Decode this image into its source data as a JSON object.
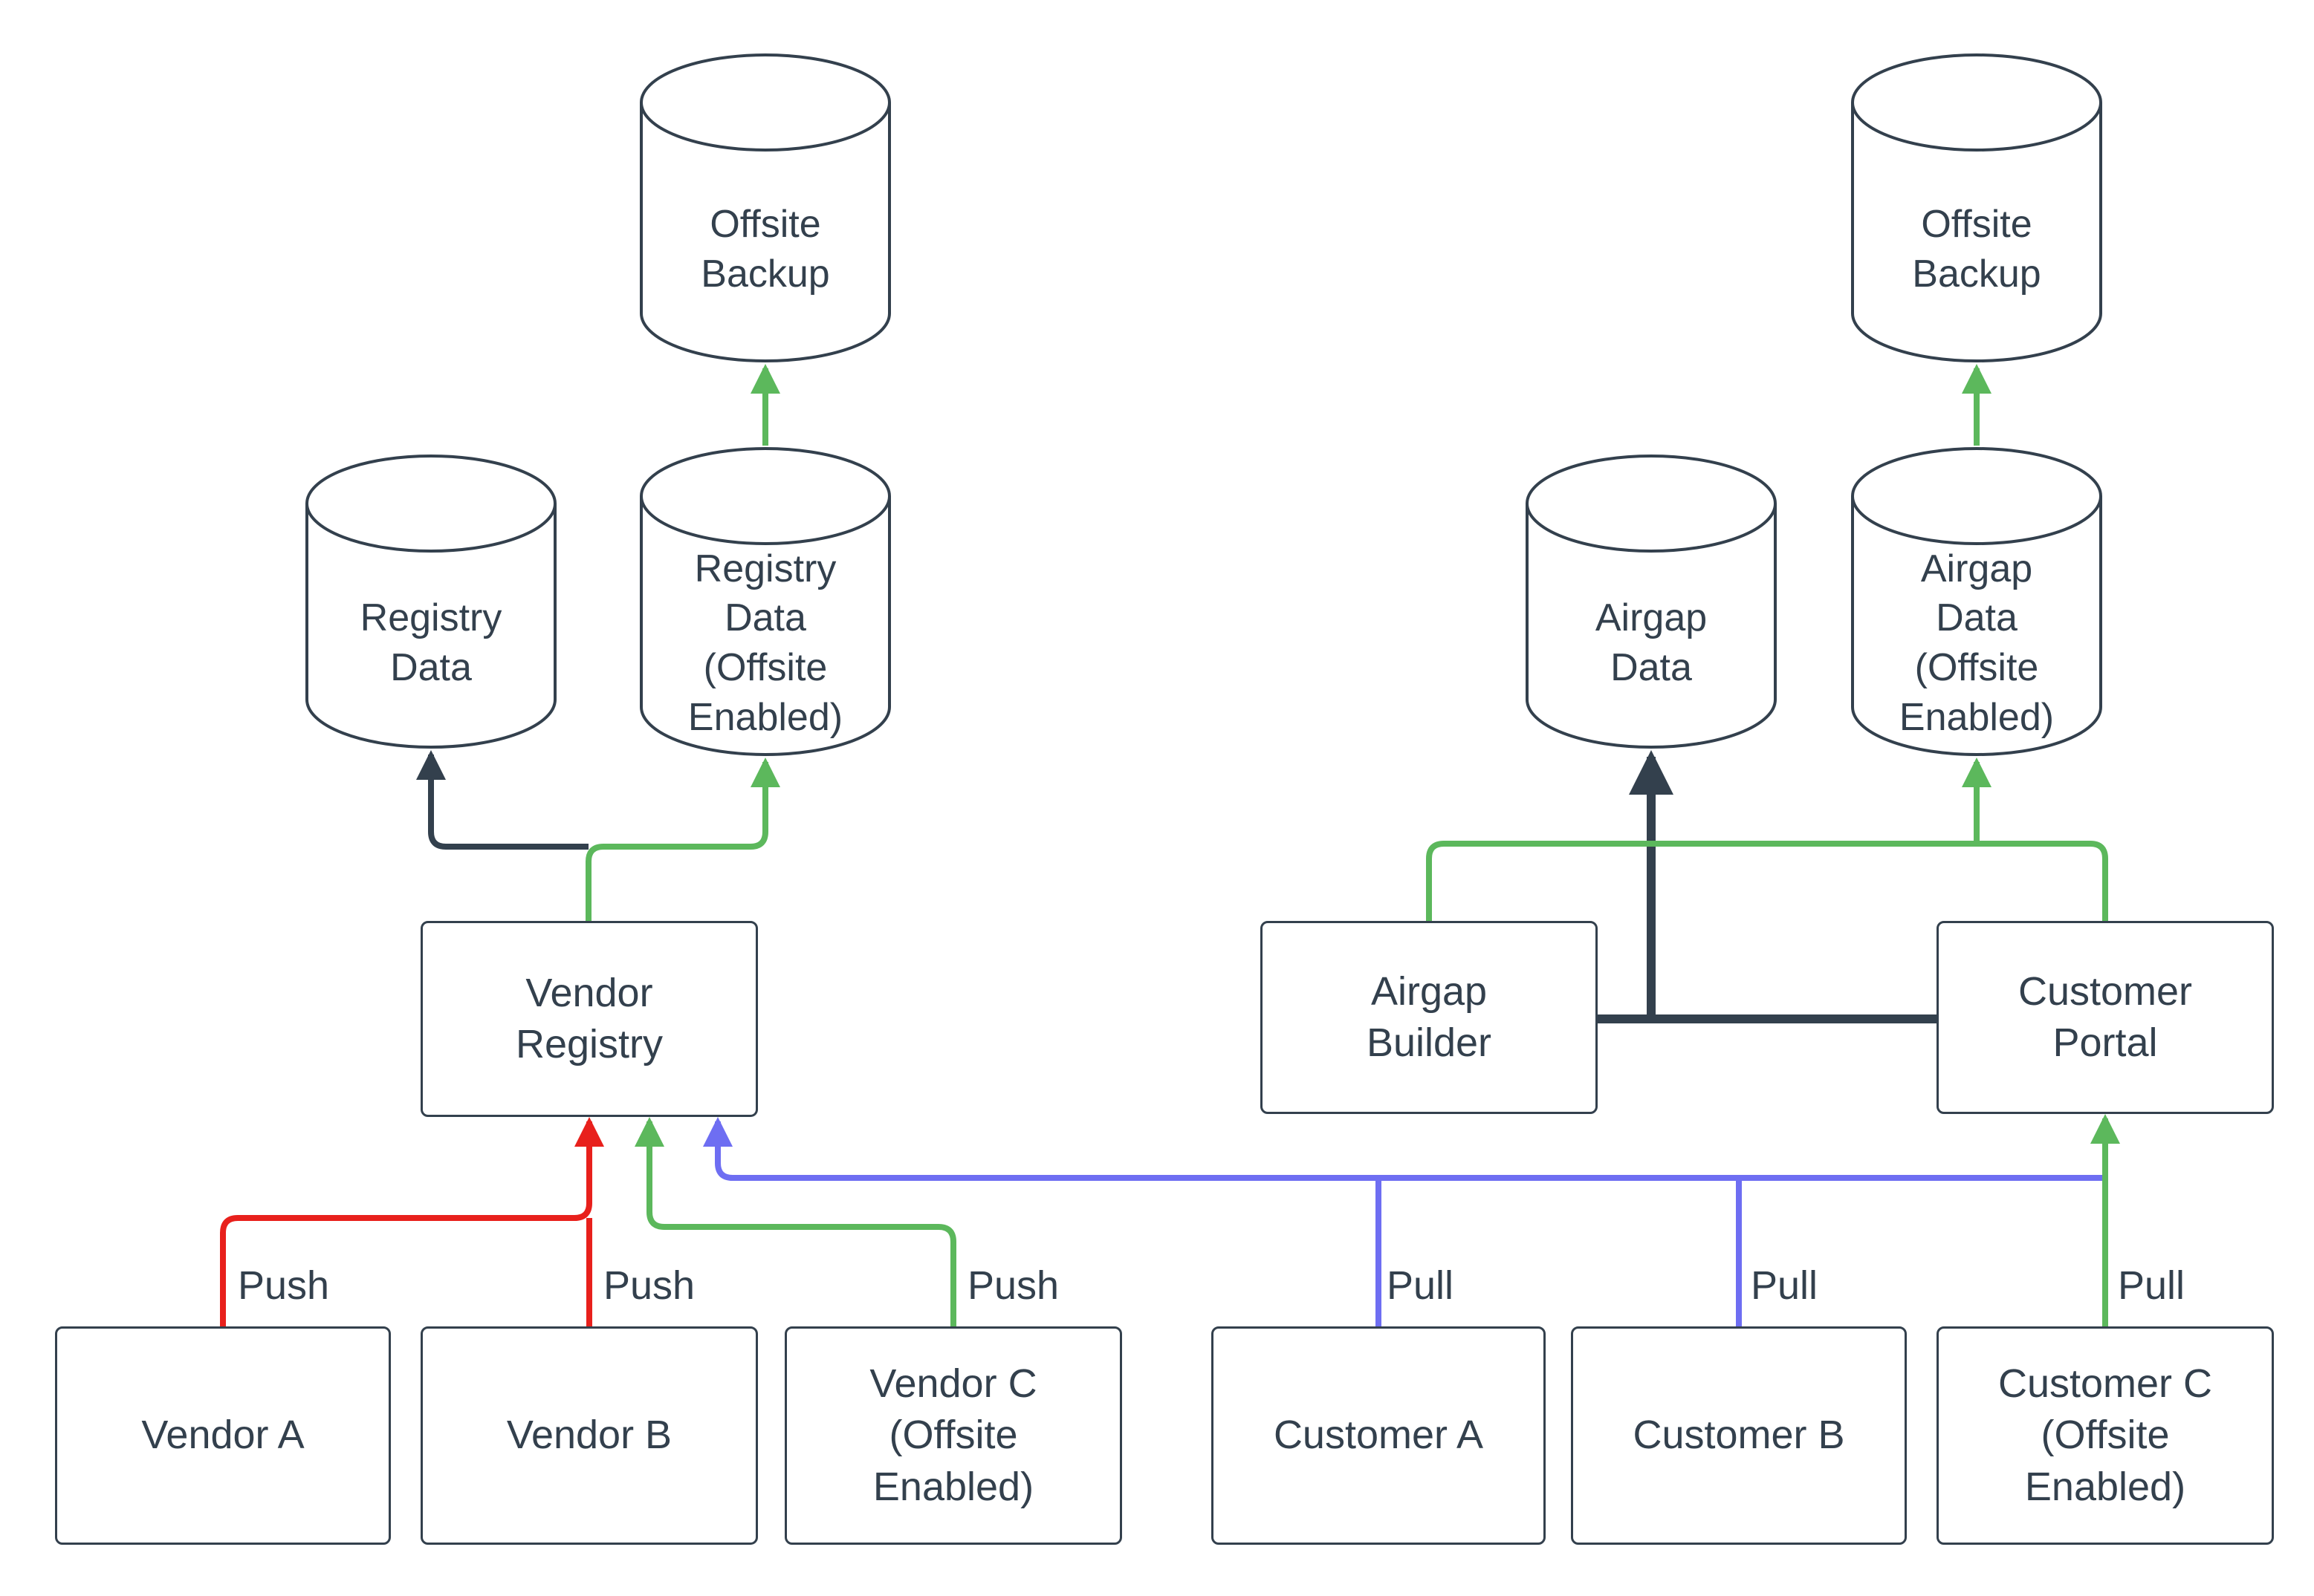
{
  "diagram": {
    "colors": {
      "dark": "#33404d",
      "red": "#e8201c",
      "green": "#5cb85c",
      "blue": "#6e6ef2"
    },
    "nodes": {
      "offsite_backup_left": {
        "label": "Offsite\nBackup",
        "shape": "cylinder"
      },
      "registry_data": {
        "label": "Registry\nData",
        "shape": "cylinder"
      },
      "registry_data_offsite": {
        "label": "Registry\nData\n(Offsite\nEnabled)",
        "shape": "cylinder"
      },
      "vendor_registry": {
        "label": "Vendor\nRegistry",
        "shape": "box"
      },
      "vendor_a": {
        "label": "Vendor A",
        "shape": "box"
      },
      "vendor_b": {
        "label": "Vendor B",
        "shape": "box"
      },
      "vendor_c": {
        "label": "Vendor C\n(Offsite\nEnabled)",
        "shape": "box"
      },
      "offsite_backup_right": {
        "label": "Offsite\nBackup",
        "shape": "cylinder"
      },
      "airgap_data": {
        "label": "Airgap\nData",
        "shape": "cylinder"
      },
      "airgap_data_offsite": {
        "label": "Airgap\nData\n(Offsite\nEnabled)",
        "shape": "cylinder"
      },
      "airgap_builder": {
        "label": "Airgap\nBuilder",
        "shape": "box"
      },
      "customer_portal": {
        "label": "Customer\nPortal",
        "shape": "box"
      },
      "customer_a": {
        "label": "Customer A",
        "shape": "box"
      },
      "customer_b": {
        "label": "Customer B",
        "shape": "box"
      },
      "customer_c": {
        "label": "Customer C\n(Offsite\nEnabled)",
        "shape": "box"
      }
    },
    "edge_labels": {
      "push_vendor_a": "Push",
      "push_vendor_b": "Push",
      "push_vendor_c": "Push",
      "pull_customer_a": "Pull",
      "pull_customer_b": "Pull",
      "pull_customer_c": "Pull"
    },
    "edges": [
      {
        "from": "vendor_a",
        "to": "vendor_registry",
        "label": "Push",
        "color": "red"
      },
      {
        "from": "vendor_b",
        "to": "vendor_registry",
        "label": "Push",
        "color": "red"
      },
      {
        "from": "vendor_c",
        "to": "vendor_registry",
        "label": "Push",
        "color": "green"
      },
      {
        "from": "customer_a",
        "to": "vendor_registry",
        "label": "Pull",
        "color": "blue"
      },
      {
        "from": "customer_b",
        "to": "vendor_registry",
        "label": "Pull",
        "color": "blue"
      },
      {
        "from": "customer_c",
        "to": "customer_portal",
        "label": "Pull",
        "color": "green"
      },
      {
        "from": "vendor_registry",
        "to": "registry_data",
        "color": "dark"
      },
      {
        "from": "vendor_registry",
        "to": "registry_data_offsite",
        "color": "green"
      },
      {
        "from": "registry_data_offsite",
        "to": "offsite_backup_left",
        "color": "green"
      },
      {
        "from": "airgap_builder",
        "to": "customer_portal",
        "color": "dark"
      },
      {
        "from": "customer_portal",
        "to": "airgap_data",
        "color": "dark"
      },
      {
        "from": "airgap_builder",
        "to": "airgap_data_offsite",
        "color": "green"
      },
      {
        "from": "customer_portal",
        "to": "airgap_data_offsite",
        "color": "green"
      },
      {
        "from": "airgap_data_offsite",
        "to": "offsite_backup_right",
        "color": "green"
      }
    ]
  }
}
